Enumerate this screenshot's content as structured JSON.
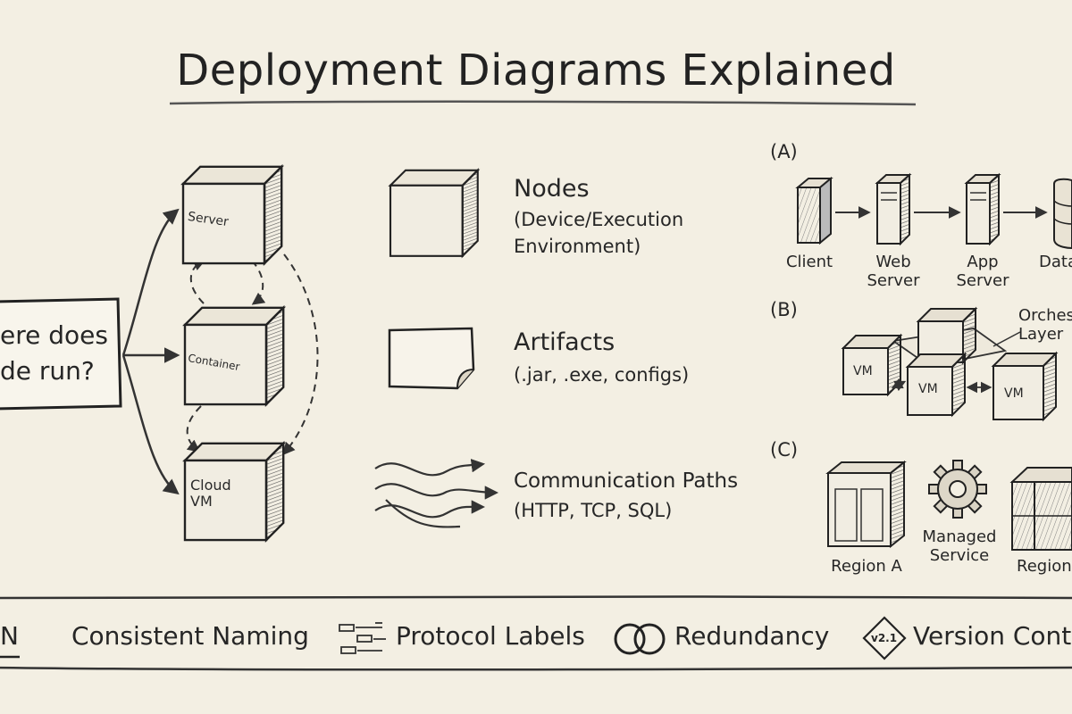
{
  "title": "Deployment Diagrams Explained",
  "question_box": {
    "line1": "ere does",
    "line2": "de run?"
  },
  "node_cubes": [
    "Server",
    "Container",
    "Cloud VM"
  ],
  "legend": {
    "nodes": {
      "title": "Nodes",
      "line1": "(Device/Execution",
      "line2": "Environment)"
    },
    "artifacts": {
      "title": "Artifacts",
      "line1": "(.jar, .exe, configs)"
    },
    "paths": {
      "title": "Communication Paths",
      "line1": "(HTTP, TCP, SQL)"
    }
  },
  "panel_a": {
    "label": "(A)",
    "items": [
      "Client",
      "Web Server",
      "App Server",
      "Data"
    ]
  },
  "panel_b": {
    "label": "(B)",
    "orchestration": "Orchestration Layer",
    "vm": "VM"
  },
  "panel_c": {
    "label": "(C)",
    "items": [
      "Region A",
      "Managed Service",
      "Region B"
    ]
  },
  "bottom_bar": {
    "first": "N",
    "items": [
      {
        "icon": "tag-icon",
        "label": "Consistent Naming"
      },
      {
        "icon": "protocol-labels-icon",
        "label": "Protocol Labels"
      },
      {
        "icon": "redundancy-rings-icon",
        "label": "Redundancy"
      },
      {
        "icon": "version-tag-icon",
        "label": "Version Control",
        "badge": "v2.1"
      }
    ]
  }
}
